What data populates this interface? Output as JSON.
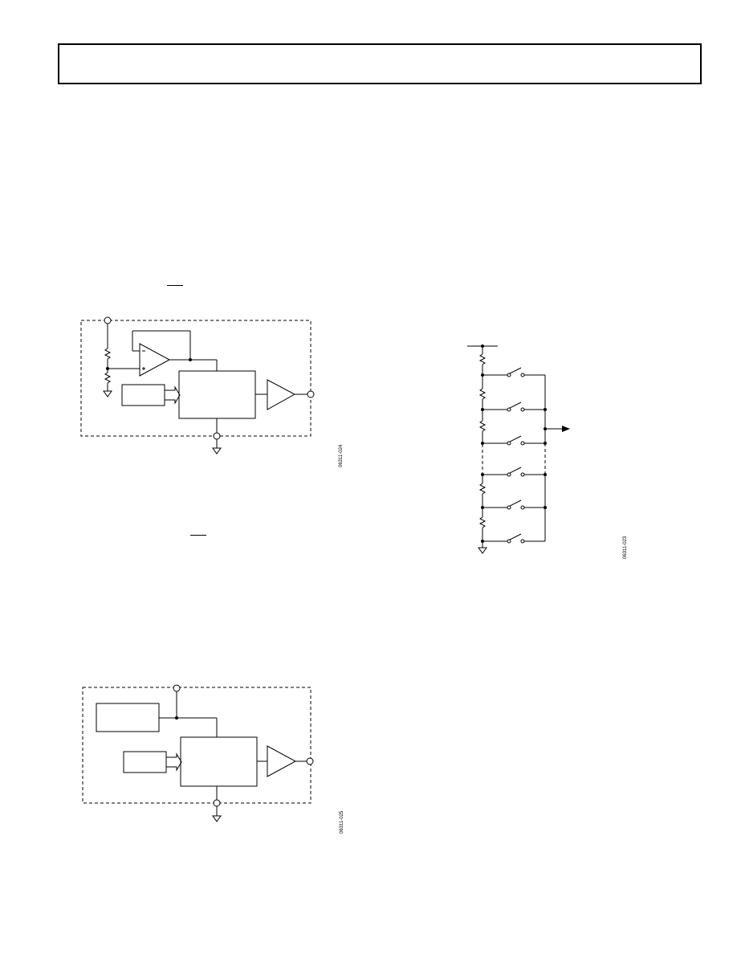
{
  "figures": {
    "internal_reference": {
      "code": "06311-024"
    },
    "external_reference": {
      "code": "06311-025"
    },
    "resistor_string": {
      "code": "06311-023"
    }
  },
  "colors": {
    "ink": "#000000",
    "background": "#ffffff"
  }
}
